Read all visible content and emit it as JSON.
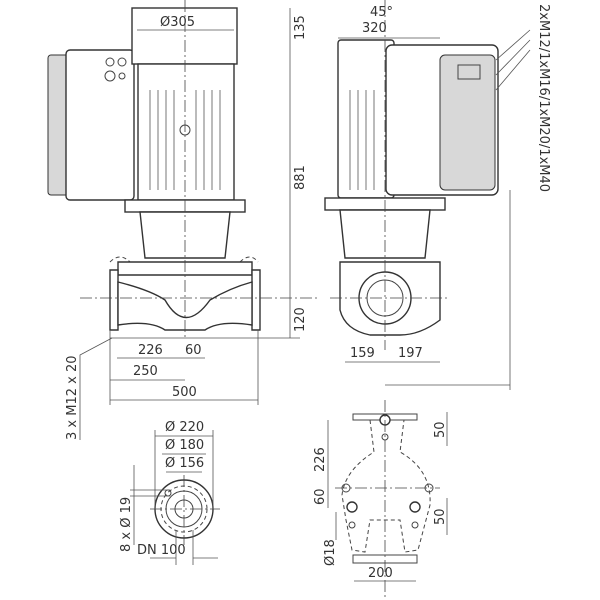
{
  "front_view": {
    "motor_diameter": "Ø305",
    "motor_top_height": "135",
    "total_height": "881",
    "flange_height": "120",
    "dim_226": "226",
    "dim_60": "60",
    "dim_250": "250",
    "dim_500": "500",
    "foot_thread": "3 x M12 x 20"
  },
  "side_view": {
    "angle": "45°",
    "width_320": "320",
    "cable_glands": "2xM12/1xM16/1xM20/1xM40",
    "dim_159": "159",
    "dim_197": "197"
  },
  "flange_view": {
    "d220": "Ø 220",
    "d180": "Ø 180",
    "d156": "Ø 156",
    "holes": "8 x Ø 19",
    "nominal": "DN 100"
  },
  "foot_view": {
    "dim_226": "226",
    "dim_60": "60",
    "dim_50_top": "50",
    "dim_50_bottom": "50",
    "hole": "Ø18",
    "dim_200": "200"
  }
}
